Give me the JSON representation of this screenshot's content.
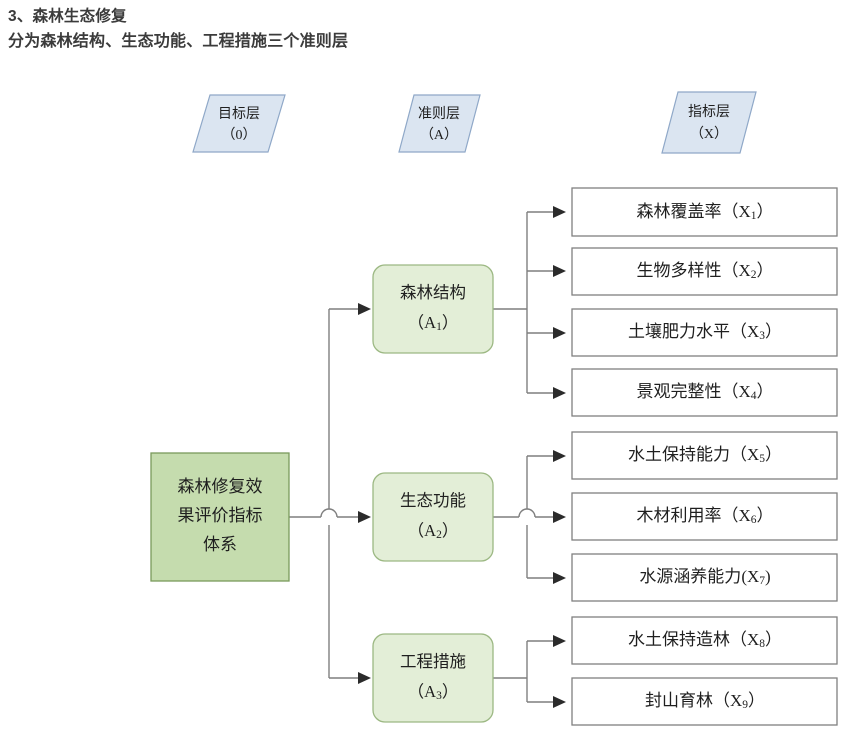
{
  "heading": {
    "line1": "3、森林生态修复",
    "line2": "分为森林结构、生态功能、工程措施三个准则层"
  },
  "colors": {
    "layer_tag_fill": "#dbe5f1",
    "layer_tag_stroke": "#8fa8c8",
    "root_fill": "#c5dcae",
    "root_stroke": "#7a9a5c",
    "criteria_fill": "#e3eed7",
    "criteria_stroke": "#9cb883",
    "indicator_fill": "#ffffff",
    "indicator_stroke": "#808080",
    "connector": "#7f7f7f",
    "text": "#1f1f1f",
    "heading_text": "#3b3b3b"
  },
  "layer_tags": [
    {
      "name": "goal-layer-tag",
      "line1": "目标层",
      "line2": "（0）"
    },
    {
      "name": "criteria-layer-tag",
      "line1": "准则层",
      "line2": "（A）"
    },
    {
      "name": "indicator-layer-tag",
      "line1": "指标层",
      "line2": "（X）"
    }
  ],
  "root": {
    "line1": "森林修复效",
    "line2": "果评价指标",
    "line3": "体系"
  },
  "criteria": [
    {
      "name": "森林结构",
      "code_prefix": "（A",
      "code_sub": "1",
      "code_suffix": "）"
    },
    {
      "name": "生态功能",
      "code_prefix": "（A",
      "code_sub": "2",
      "code_suffix": "）"
    },
    {
      "name": "工程措施",
      "code_prefix": "（A",
      "code_sub": "3",
      "code_suffix": "）"
    }
  ],
  "indicators": [
    {
      "name": "森林覆盖率",
      "code_prefix": "（X",
      "code_sub": "1",
      "code_suffix": "）",
      "parent": "A1"
    },
    {
      "name": "生物多样性",
      "code_prefix": "（X",
      "code_sub": "2",
      "code_suffix": "）",
      "parent": "A1"
    },
    {
      "name": "土壤肥力水平",
      "code_prefix": "（X",
      "code_sub": "3",
      "code_suffix": "）",
      "parent": "A1"
    },
    {
      "name": "景观完整性",
      "code_prefix": "（X",
      "code_sub": "4",
      "code_suffix": "）",
      "parent": "A1"
    },
    {
      "name": "水土保持能力",
      "code_prefix": "（X",
      "code_sub": "5",
      "code_suffix": "）",
      "parent": "A2"
    },
    {
      "name": "木材利用率",
      "code_prefix": "（X",
      "code_sub": "6",
      "code_suffix": "）",
      "parent": "A2"
    },
    {
      "name": "水源涵养能力",
      "code_prefix": "(X",
      "code_sub": "7",
      "code_suffix": ")",
      "parent": "A2"
    },
    {
      "name": "水土保持造林",
      "code_prefix": "（X",
      "code_sub": "8",
      "code_suffix": "）",
      "parent": "A3"
    },
    {
      "name": "封山育林",
      "code_prefix": "（X",
      "code_sub": "9",
      "code_suffix": "）",
      "parent": "A3"
    }
  ]
}
